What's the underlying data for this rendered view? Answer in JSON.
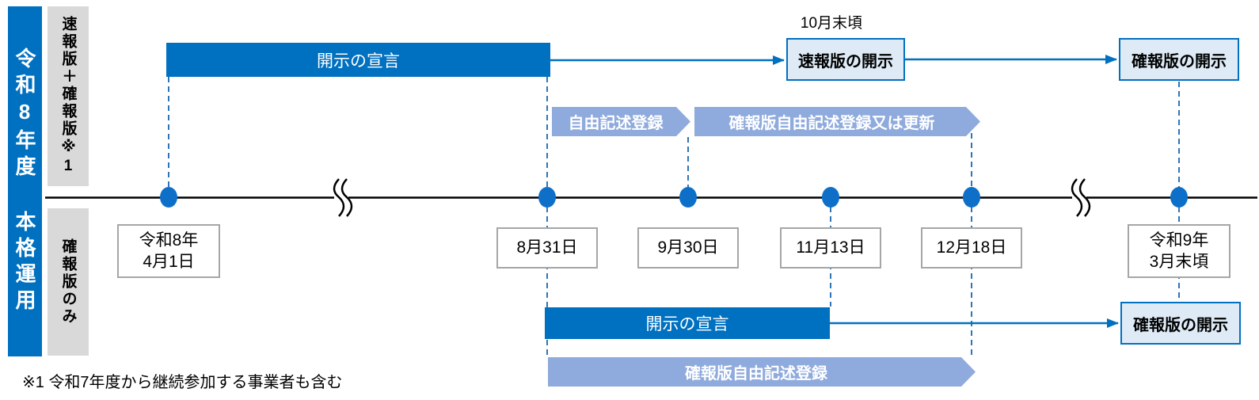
{
  "palette": {
    "primary_blue": "#0070C0",
    "dot_blue": "#0E6FC8",
    "dashed_blue": "#2E75B6",
    "light_arrow_blue": "#8FAADC",
    "outcome_box_fill": "#DEEBF7",
    "lane_label_gray": "#D9D9D9",
    "date_box_border": "#A6A6A6",
    "timeline_black": "#000000"
  },
  "banner": {
    "label": "令和8年度 本格運用"
  },
  "lanes": {
    "top": {
      "label": "速報版＋確報版※1"
    },
    "bottom": {
      "label": "確報版のみ"
    }
  },
  "top_lane": {
    "declaration_bar": "開示の宣言",
    "note_above_speed_box": "10月末頃",
    "speed_box": "速報版の開示",
    "final_box": "確報版の開示",
    "free_entry_arrow": "自由記述登録",
    "final_entry_update_arrow": "確報版自由記述登録又は更新"
  },
  "bottom_lane": {
    "declaration_bar": "開示の宣言",
    "final_box": "確報版の開示",
    "final_entry_arrow": "確報版自由記述登録"
  },
  "timeline": {
    "dates": [
      {
        "label": "令和8年\n4月1日"
      },
      {
        "label": "8月31日"
      },
      {
        "label": "9月30日"
      },
      {
        "label": "11月13日"
      },
      {
        "label": "12月18日"
      },
      {
        "label": "令和9年\n3月末頃"
      }
    ]
  },
  "footnote": "※1 令和7年度から継続参加する事業者も含む"
}
